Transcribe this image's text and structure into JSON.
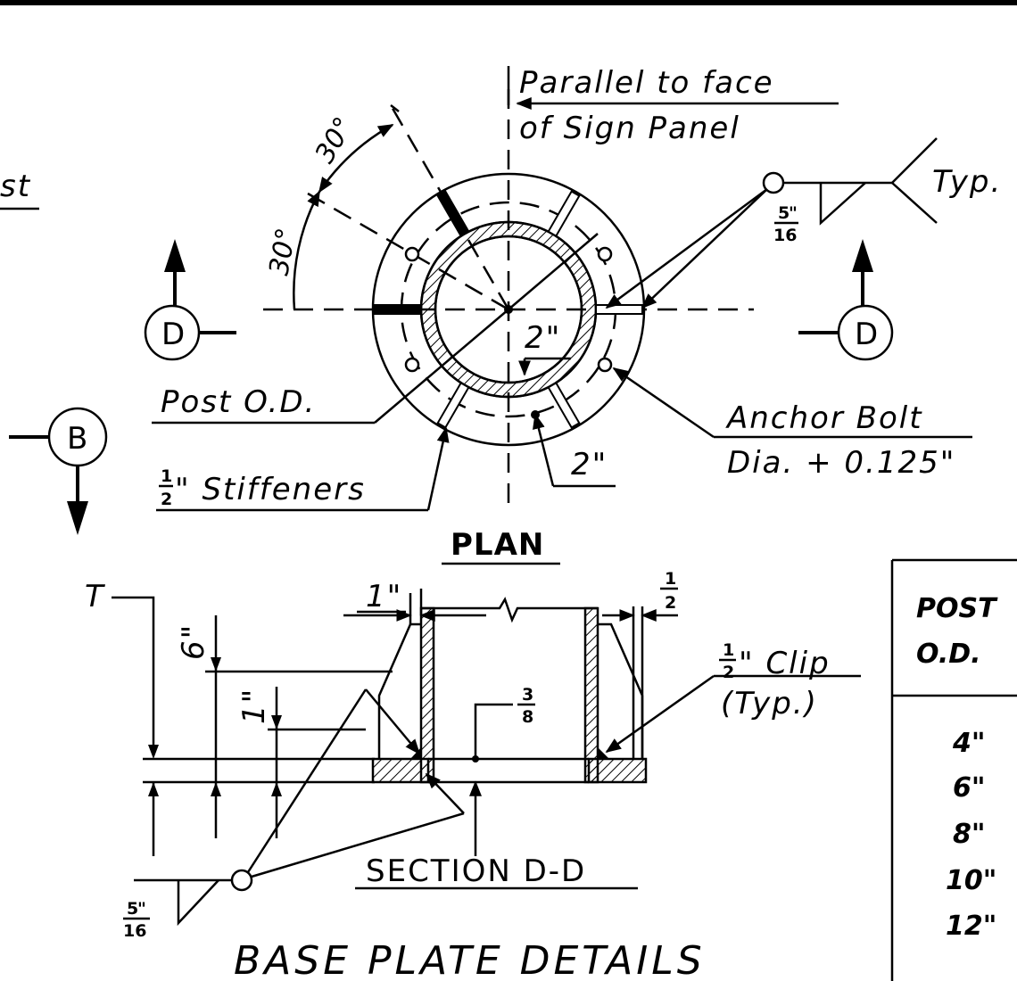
{
  "labels": {
    "partial_word": "st",
    "parallel_line1": "Parallel to face",
    "parallel_line2": "of Sign Panel",
    "angle_upper": "30°",
    "angle_lower": "30°",
    "typ": "Typ.",
    "weld_frac_top": "5",
    "weld_frac_bottom": "16",
    "weld_unit": "\"",
    "section_mark": "D",
    "section_b_mark": "B",
    "two_inch_upper": "2\"",
    "two_inch_lower": "2\"",
    "post_od": "Post O.D.",
    "anchor_bolt_line1": "Anchor Bolt",
    "anchor_bolt_line2": "Dia. + 0.125\"",
    "stiffeners_frac_top": "1",
    "stiffeners_frac_bottom": "2",
    "stiffeners_text": "\" Stiffeners",
    "plan": "PLAN",
    "t_label": "T",
    "six_inch": "6\"",
    "one_inch_side": "1\"",
    "one_inch_top": "1\"",
    "half_top": "1",
    "half_bottom": "2",
    "clip_text": "\" Clip",
    "clip_typ": "(Typ.)",
    "three_top": "3",
    "three_bottom": "8",
    "section_dd": "SECTION D-D",
    "title": "BASE PLATE DETAILS"
  },
  "table": {
    "header_line1": "POST",
    "header_line2": "O.D.",
    "rows": [
      "4\"",
      "6\"",
      "8\"",
      "10\"",
      "12\""
    ]
  }
}
